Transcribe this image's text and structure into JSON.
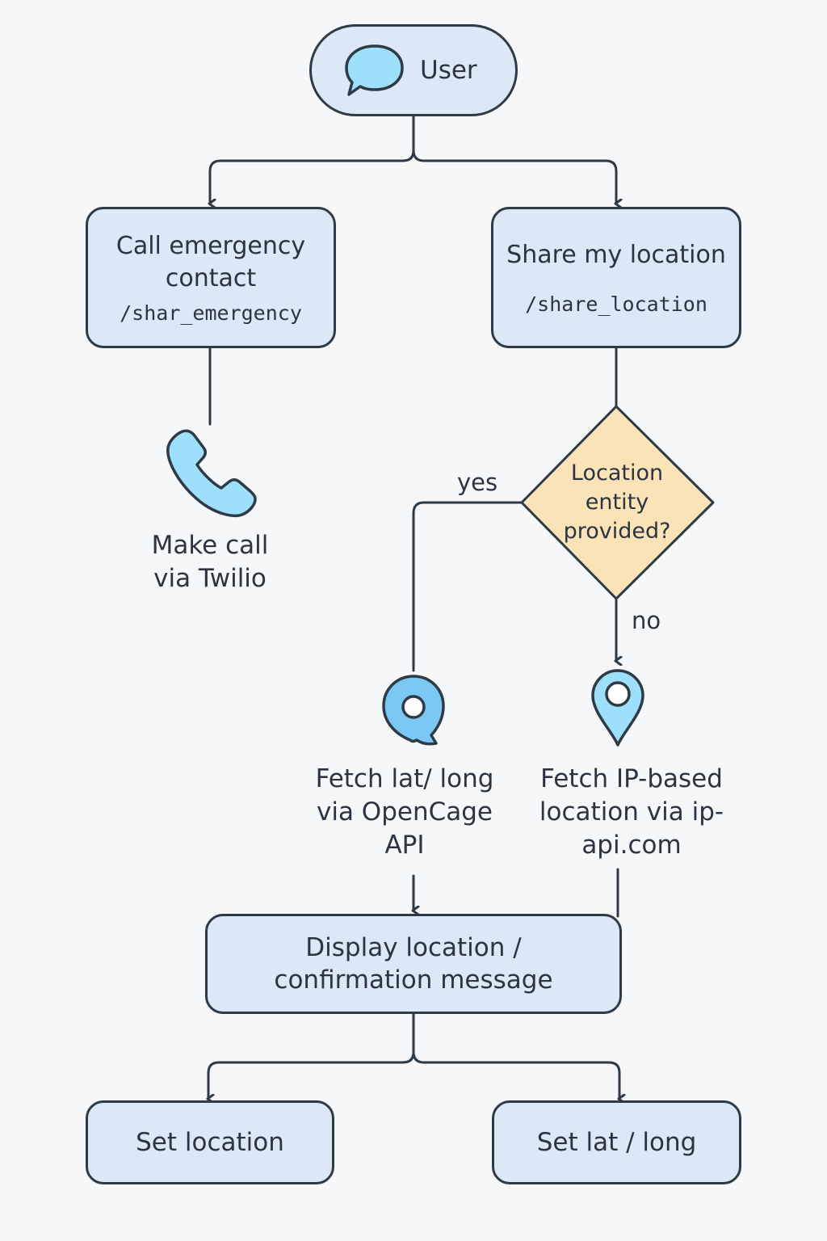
{
  "colors": {
    "box_fill": "#dde8f6",
    "stroke": "#2e3a45",
    "decision_fill": "#fbe3b8",
    "icon_fill": "#9ee0fb",
    "background": "#f6f7f8"
  },
  "nodes": {
    "user": {
      "label": "User",
      "icon": "chat-bubble-icon"
    },
    "call_emergency": {
      "title": "Call emergency contact",
      "command": "/shar_emergency"
    },
    "share_location": {
      "title": "Share my location",
      "command": "/share_location"
    },
    "decision": {
      "label": "Location entity provided?"
    },
    "make_call": {
      "label": "Make call via Twilio",
      "icon": "phone-icon"
    },
    "fetch_opencage": {
      "label": "Fetch lat/ long via OpenCage API",
      "icon": "location-pin-icon"
    },
    "fetch_ip": {
      "label": "Fetch IP-based location via ip-api.com",
      "icon": "location-pin-icon"
    },
    "display": {
      "label": "Display location / confirmation message"
    },
    "set_location": {
      "label": "Set location"
    },
    "set_latlong": {
      "label": "Set lat / long"
    }
  },
  "edges": {
    "yes": "yes",
    "no": "no"
  }
}
